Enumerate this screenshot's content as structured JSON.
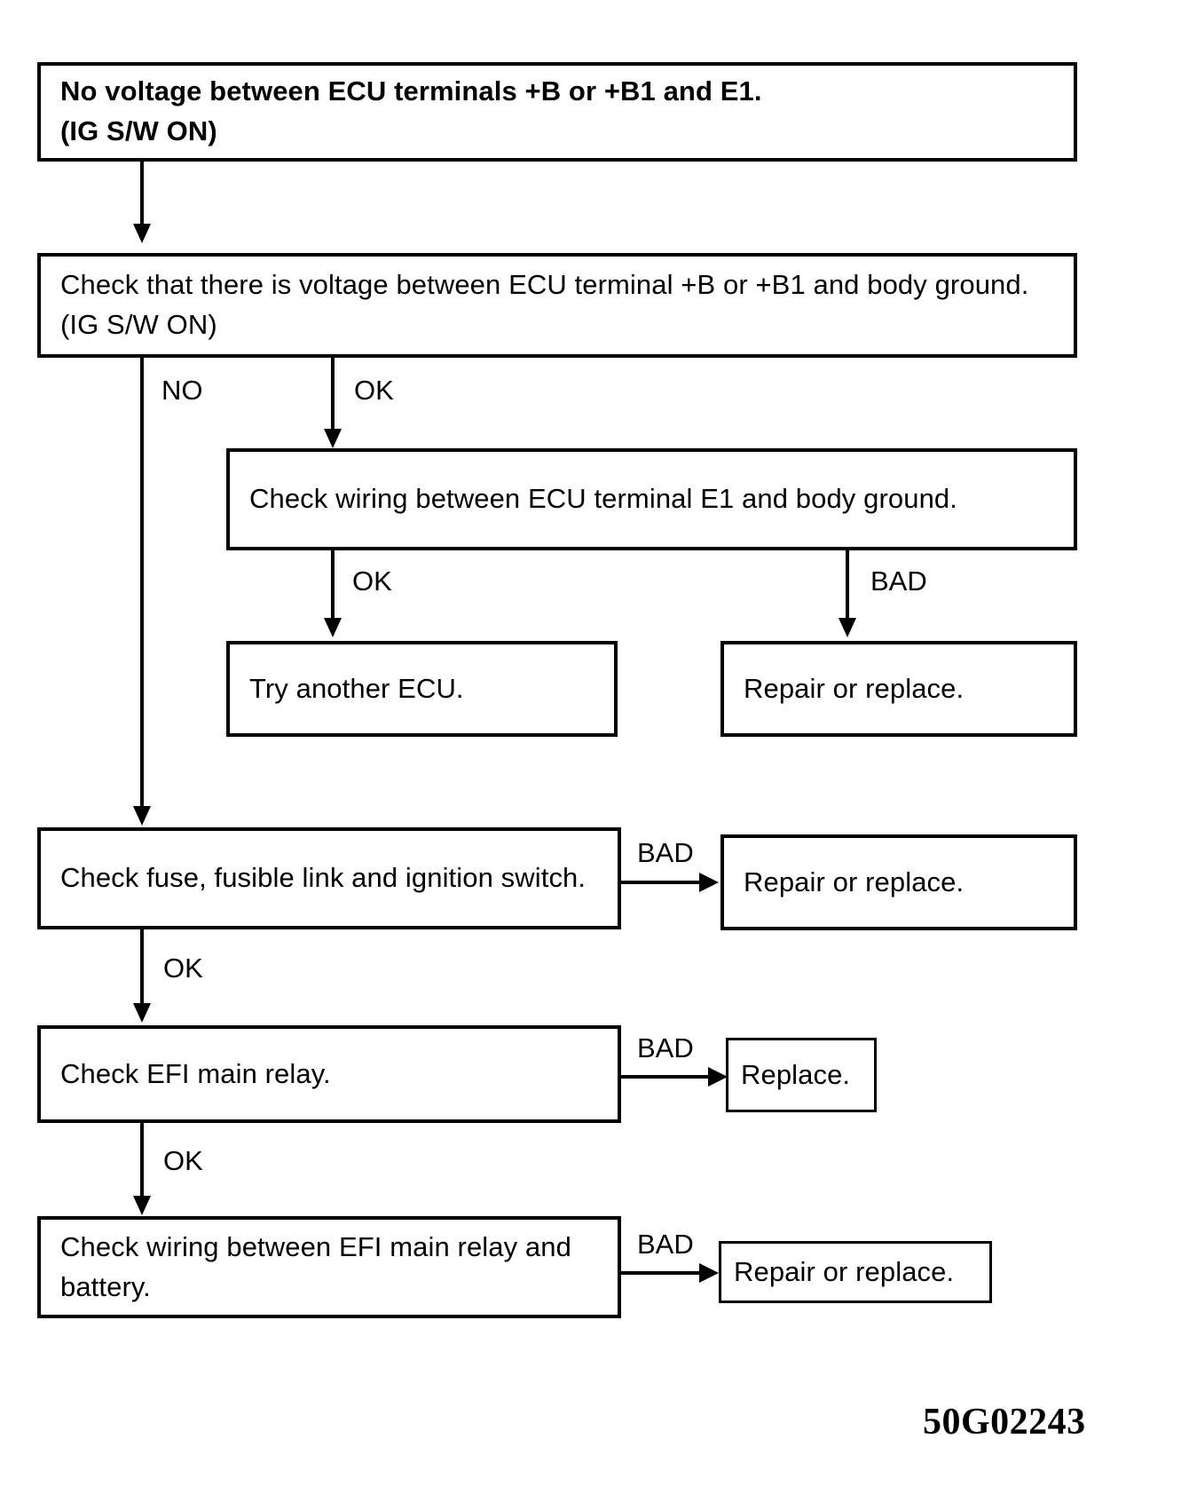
{
  "document": {
    "type": "troubleshooting-flowchart",
    "reference_code": "50G02243"
  },
  "nodes": {
    "start": {
      "id": "no-voltage-start",
      "text": "No voltage between ECU terminals +B or +B1 and E1.\n(IG S/W ON)",
      "line1": "No voltage between ECU terminals +B or +B1 and E1.",
      "line2": "(IG S/W ON)"
    },
    "check_voltage_body_ground": {
      "id": "check-voltage-body-ground",
      "line1": "Check that there is voltage between ECU terminal +B or +B1 and",
      "line2": "body ground. (IG S/W ON)"
    },
    "check_wiring_e1": {
      "id": "check-wiring-e1-body-ground",
      "line1": "Check wiring between ECU terminal E1 and body",
      "line2": "ground."
    },
    "try_another_ecu": {
      "id": "try-another-ecu",
      "text": "Try another ECU."
    },
    "repair_or_replace_1": {
      "id": "repair-or-replace-e1",
      "text": "Repair or replace."
    },
    "check_fuse": {
      "id": "check-fuse-fusible-link-ignition-switch",
      "line1": "Check fuse, fusible link and",
      "line2": "ignition switch."
    },
    "repair_or_replace_2": {
      "id": "repair-or-replace-fuse",
      "text": "Repair or replace."
    },
    "check_efi_main_relay": {
      "id": "check-efi-main-relay",
      "text": "Check EFI main relay."
    },
    "replace": {
      "id": "replace-efi-main-relay",
      "text": "Replace."
    },
    "check_wiring_relay_battery": {
      "id": "check-wiring-relay-battery",
      "line1": "Check wiring between EFI main",
      "line2": "relay and battery."
    },
    "repair_or_replace_3": {
      "id": "repair-or-replace-wiring",
      "text": "Repair or replace."
    }
  },
  "edges": [
    {
      "id": "start-to-check-voltage",
      "label": ""
    },
    {
      "id": "check-voltage-no",
      "label": "NO"
    },
    {
      "id": "check-voltage-ok",
      "label": "OK"
    },
    {
      "id": "check-wiring-e1-ok",
      "label": "OK"
    },
    {
      "id": "check-wiring-e1-bad",
      "label": "BAD"
    },
    {
      "id": "check-fuse-bad",
      "label": "BAD"
    },
    {
      "id": "check-fuse-ok",
      "label": "OK"
    },
    {
      "id": "check-relay-bad",
      "label": "BAD"
    },
    {
      "id": "check-relay-ok",
      "label": "OK"
    },
    {
      "id": "check-wiring-battery-bad",
      "label": "BAD"
    }
  ],
  "labels": {
    "no_1": "NO",
    "ok_1": "OK",
    "ok_2": "OK",
    "bad_1": "BAD",
    "bad_2": "BAD",
    "ok_3": "OK",
    "bad_3": "BAD",
    "ok_4": "OK",
    "bad_4": "BAD"
  },
  "colors": {
    "ink": "#000000",
    "paper": "#ffffff"
  }
}
